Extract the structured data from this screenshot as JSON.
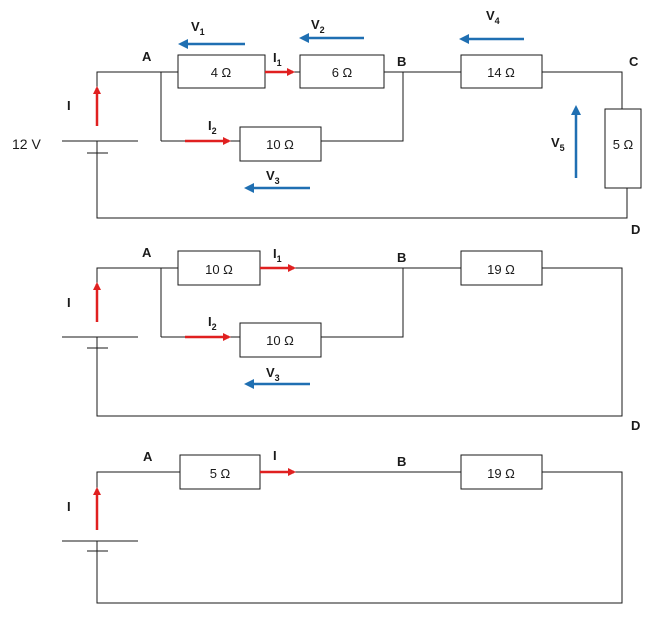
{
  "circuit1": {
    "battery_voltage": "12 V",
    "nodes": {
      "a": "A",
      "b": "B",
      "c": "C",
      "d": "D"
    },
    "resistors": {
      "r4": "4 Ω",
      "r6": "6 Ω",
      "r10": "10 Ω",
      "r14": "14 Ω",
      "r5": "5 Ω"
    },
    "current_labels": {
      "i": "I",
      "i1_main": "I",
      "i1_sub": "1",
      "i2_main": "I",
      "i2_sub": "2"
    },
    "voltage_labels": {
      "v1_main": "V",
      "v1_sub": "1",
      "v2_main": "V",
      "v2_sub": "2",
      "v3_main": "V",
      "v3_sub": "3",
      "v4_main": "V",
      "v4_sub": "4",
      "v5_main": "V",
      "v5_sub": "5"
    }
  },
  "circuit2": {
    "nodes": {
      "a": "A",
      "b": "B",
      "d": "D"
    },
    "resistors": {
      "r10_top": "10 Ω",
      "r19": "19 Ω",
      "r10_bottom": "10 Ω"
    },
    "current_labels": {
      "i": "I",
      "i1_main": "I",
      "i1_sub": "1",
      "i2_main": "I",
      "i2_sub": "2"
    },
    "voltage_labels": {
      "v3_main": "V",
      "v3_sub": "3"
    }
  },
  "circuit3": {
    "nodes": {
      "a": "A",
      "b": "B"
    },
    "resistors": {
      "r5": "5 Ω",
      "r19": "19 Ω"
    },
    "current_labels": {
      "i_source": "I",
      "i_branch": "I"
    }
  },
  "colors": {
    "current_arrow": "#e02020",
    "voltage_arrow": "#1f6fb2",
    "wire": "#1a1a1a"
  }
}
